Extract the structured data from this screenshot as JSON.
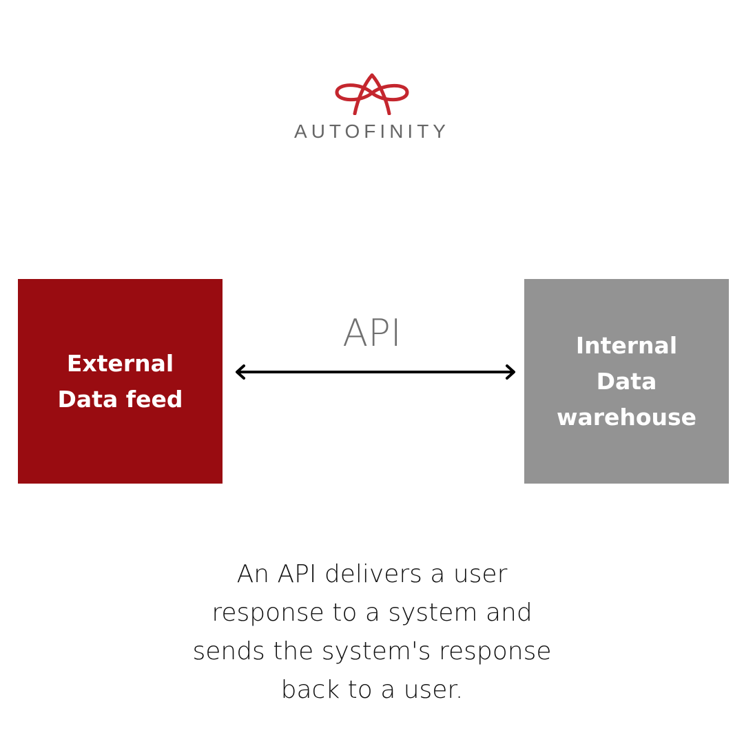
{
  "logo": {
    "wordmark": "AUTOFINITY",
    "brand_color": "#c4262e"
  },
  "left_box": {
    "line1": "External",
    "line2": "Data feed",
    "color": "#990c11"
  },
  "right_box": {
    "line1": "Internal",
    "line2": "Data",
    "line3": "warehouse",
    "color": "#939393"
  },
  "connector": {
    "label": "API"
  },
  "caption": {
    "line1": "An API delivers a user",
    "line2": "response to a system and",
    "line3": "sends the system's response",
    "line4": "back to a user."
  }
}
